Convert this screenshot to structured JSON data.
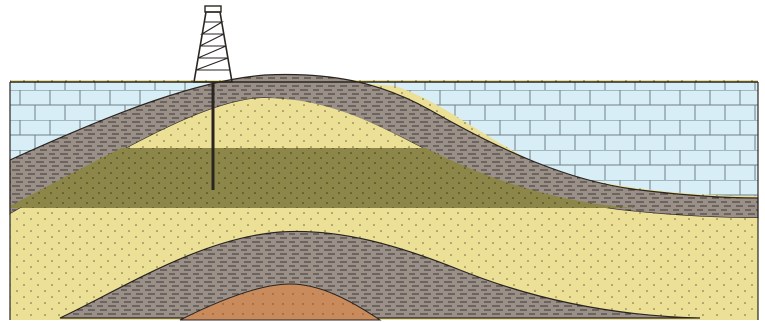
{
  "diagram": {
    "colors": {
      "background": "#ffffff",
      "limestone": "#d8eef6",
      "limestone_joints": "#6f7f86",
      "shale": "#9b9088",
      "shale_streaks": "#3e3833",
      "sandstone": "#ece096",
      "sandstone_dots": "#6b6540",
      "oil_zone": "#8c8648",
      "oil_dots": "#3b3820",
      "deep_core": "#c98a5c",
      "outline": "#2a2520",
      "derrick": "#2a2520"
    },
    "icons": [
      "oil-derrick-icon",
      "drill-pipe-icon"
    ],
    "layers": [
      "surface-limestone",
      "cap-rock-shale",
      "reservoir-sandstone",
      "oil-zone",
      "lower-shale",
      "lower-sandstone",
      "core-rock"
    ]
  }
}
